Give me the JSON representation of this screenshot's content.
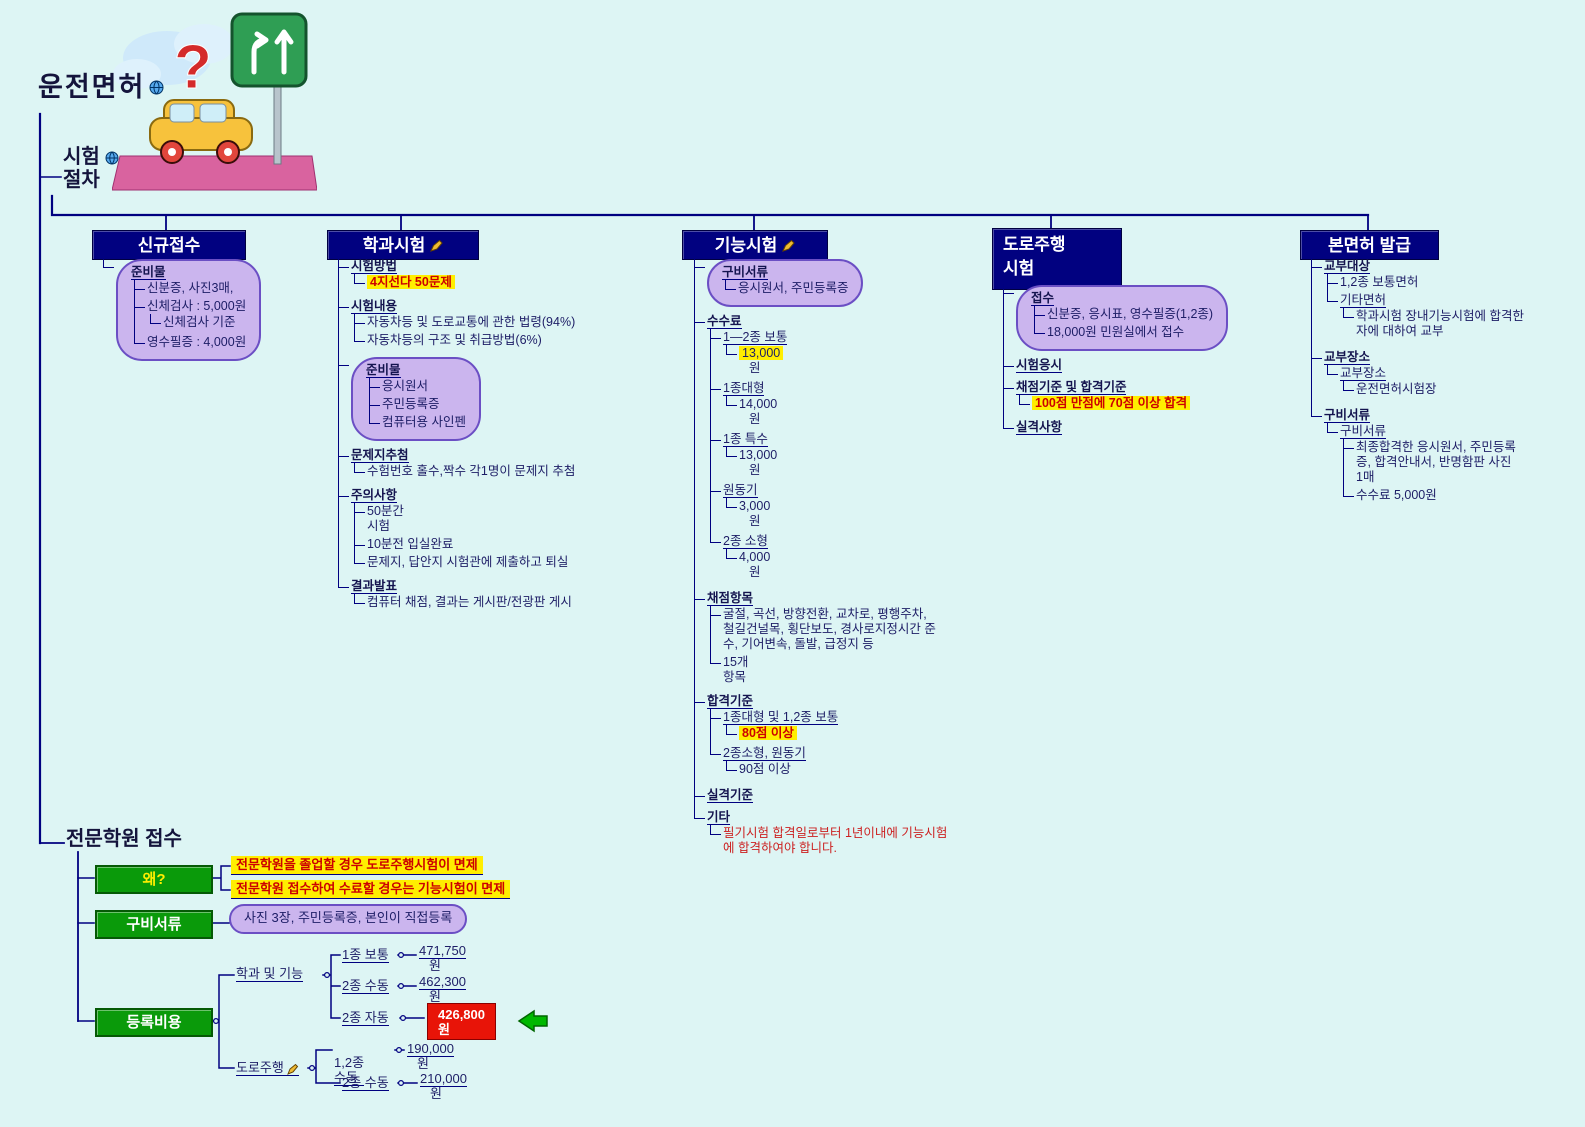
{
  "root_title": "운전면허",
  "branch1": {
    "line1": "시험",
    "line2": "절차"
  },
  "branch2_title": "전문학원 접수",
  "units": {
    "won": "원"
  },
  "illustration": {
    "question_mark": "?"
  },
  "colors": {
    "line": "#000080",
    "topic_bg": "#010180",
    "cloud_bg": "#cbb5ee",
    "highlight": "#ffee00",
    "alert": "#cc0000",
    "green": "#0a9a0a",
    "redbox": "#e81408"
  },
  "t1": {
    "title": "신규접수",
    "prep": {
      "title": "준비물",
      "i1": "신분증, 사진3매,",
      "i2": "신체검사 : 5,000원",
      "i2a": "신체검사 기준",
      "i3": "영수필증 : 4,000원"
    }
  },
  "t2": {
    "title": "학과시험",
    "s1": {
      "h": "시험방법",
      "c1": "4지선다 50문제"
    },
    "s2": {
      "h": "시험내용",
      "c1": "자동차등 및 도로교통에 관한 법령(94%)",
      "c2": "자동차등의 구조 및 취급방법(6%)"
    },
    "prep": {
      "title": "준비물",
      "i1": "응시원서",
      "i2": "주민등록증",
      "i3": "컴퓨터용 사인펜"
    },
    "s3": {
      "h": "문제지추첨",
      "c1": "수험번호 홀수,짝수 각1명이 문제지 추첨"
    },
    "s4": {
      "h": "주의사항",
      "c1": "50분간\n시험",
      "c2": "10분전 입실완료",
      "c3": "문제지, 답안지 시험관에 제출하고 퇴실"
    },
    "s5": {
      "h": "결과발표",
      "c1": "컴퓨터 채점, 결과는 게시판/전광판 게시"
    }
  },
  "t3": {
    "title": "기능시험",
    "docs": {
      "title": "구비서류",
      "i1": "응시원서, 주민등록증"
    },
    "fees": {
      "h": "수수료",
      "f1": {
        "k": "1—2종 보통",
        "amt": "13,000"
      },
      "f2": {
        "k": "1종대형",
        "amt": "14,000"
      },
      "f3": {
        "k": "1종 특수",
        "amt": "13,000"
      },
      "f4": {
        "k": "원동기",
        "amt": "3,000"
      },
      "f5": {
        "k": "2종 소형",
        "amt": "4,000"
      }
    },
    "score": {
      "h": "채점항목",
      "c1": "굴절, 곡선, 방향전환, 교차로, 평행주차, 철길건널목, 횡단보도, 경사로지정시간 준수, 기어변속, 돌발, 급정지 등",
      "c2": "15개\n항목"
    },
    "pass": {
      "h": "합격기준",
      "p1": {
        "k": "1종대형 및 1,2종 보통",
        "v": "80점 이상"
      },
      "p2": {
        "k": "2종소형, 원동기",
        "v": "90점 이상"
      }
    },
    "fail_h": "실격기준",
    "etc": {
      "h": "기타",
      "c1": "필기시험 합격일로부터 1년이내에 기능시험에 합격하여야 합니다."
    }
  },
  "t4": {
    "title_line1": "도로주행",
    "title_line2": "시험",
    "recv": {
      "title": "접수",
      "i1": "신분증, 응시표, 영수필증(1,2종)",
      "i2": "18,000원 민원실에서 접수"
    },
    "s1": "시험응시",
    "s2": {
      "h": "채점기준 및 합격기준",
      "c1": "100점 만점에 70점 이상 합격"
    },
    "s3": "실격사항"
  },
  "t5": {
    "title": "본면허 발급",
    "s1": {
      "h": "교부대상",
      "c1": "1,2종 보통면허",
      "c2": "기타면허",
      "c2a": "학과시험 장내기능시험에 합격한 자에 대하여 교부"
    },
    "s2": {
      "h": "교부장소",
      "c1": "교부장소",
      "c1a": "운전면허시험장"
    },
    "s3": {
      "h": "구비서류",
      "c1": "구비서류",
      "c1a": "최종합격한 응시원서, 주민등록증, 합격안내서, 반명함판 사진 1매",
      "c1b": "수수료 5,000원"
    }
  },
  "school": {
    "why": {
      "title": "왜?",
      "n1": "전문학원을 졸업할 경우 도로주행시험이 면제",
      "n2": "전문학원 접수하여 수료할 경우는 기능시험이 면제"
    },
    "docs": {
      "title": "구비서류",
      "note": "사진 3장, 주민등록증, 본인이 직접등록"
    },
    "cost": {
      "title": "등록비용",
      "g1": {
        "h": "학과 및 기능",
        "r1": {
          "k": "1종 보통",
          "amt": "471,750"
        },
        "r2": {
          "k": "2종 수동",
          "amt": "462,300"
        },
        "r3": {
          "k": "2종 자동",
          "amt": "426,800"
        }
      },
      "g2": {
        "h": "도로주행",
        "r1": {
          "k": "1,2종\n수동",
          "amt": "190,000"
        },
        "r2": {
          "k": "2종 수동",
          "amt": "210,000"
        }
      }
    }
  }
}
